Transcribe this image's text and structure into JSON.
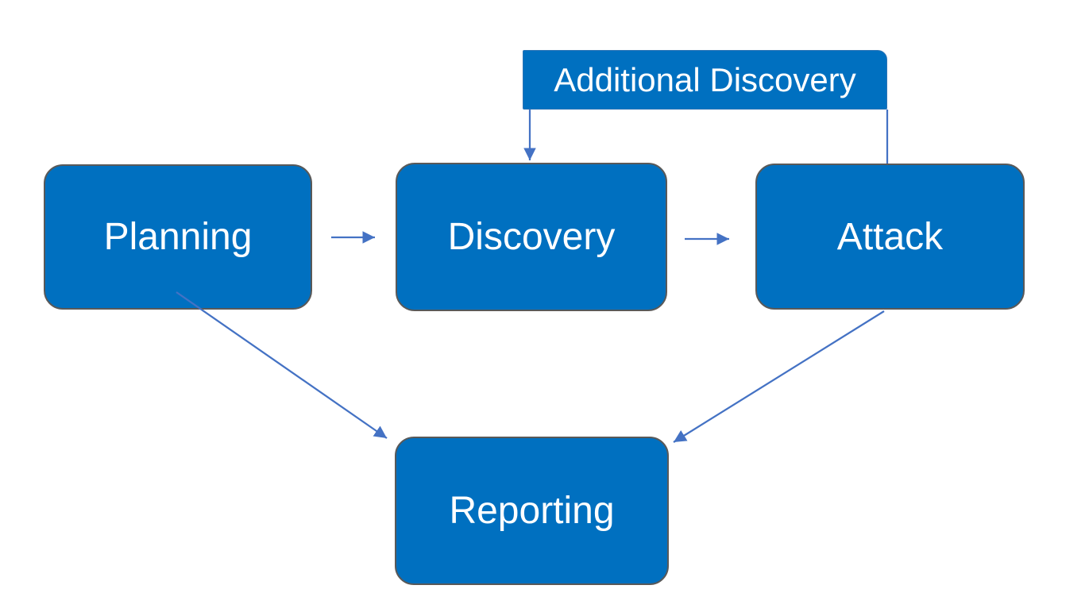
{
  "diagram": {
    "type": "flowchart",
    "background": "#ffffff",
    "nodes": {
      "planning": {
        "label": "Planning"
      },
      "discovery": {
        "label": "Discovery"
      },
      "attack": {
        "label": "Attack"
      },
      "reporting": {
        "label": "Reporting"
      },
      "additional_discovery": {
        "label": "Additional Discovery"
      }
    },
    "edges": [
      {
        "from": "Planning",
        "to": "Discovery",
        "style": "straight-arrow"
      },
      {
        "from": "Discovery",
        "to": "Attack",
        "style": "straight-arrow"
      },
      {
        "from": "Attack",
        "to": "Discovery",
        "label": "Additional Discovery",
        "style": "feedback-arrow"
      },
      {
        "from": "Planning",
        "to": "Reporting",
        "style": "diagonal-arrow"
      },
      {
        "from": "Attack",
        "to": "Reporting",
        "style": "diagonal-arrow"
      }
    ],
    "colors": {
      "node_fill": "#0070C0",
      "node_border": "#595959",
      "node_text": "#ffffff",
      "connector": "#4472C4"
    }
  }
}
